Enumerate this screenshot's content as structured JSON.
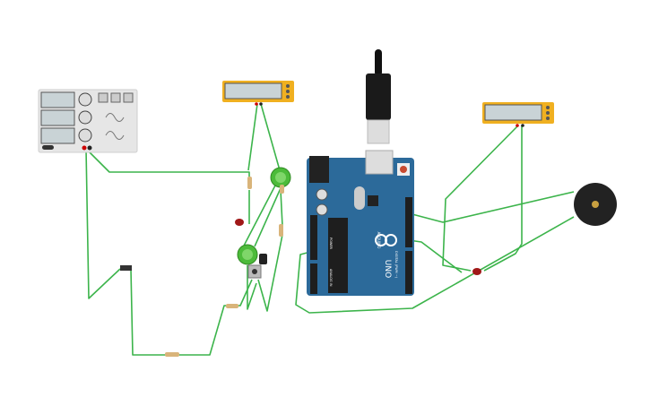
{
  "canvas": {
    "background": "#ffffff"
  },
  "arduino": {
    "model_label": "UNO",
    "brand_label": "ARDUINO",
    "board_color": "#2c6a9a",
    "power_label": "POWER",
    "analog_label": "ANALOG IN",
    "digital_label": "DIGITAL (PWM ~)"
  },
  "function_generator": {
    "body_color": "#e6e6e6"
  },
  "multimeter": {
    "body_color": "#f0b020",
    "screen_color": "#c9d3d6"
  },
  "colors": {
    "wire": "#3cb44b",
    "led_green": "#4cbb3a",
    "led_red": "#a01818",
    "buzzer": "#222222"
  }
}
